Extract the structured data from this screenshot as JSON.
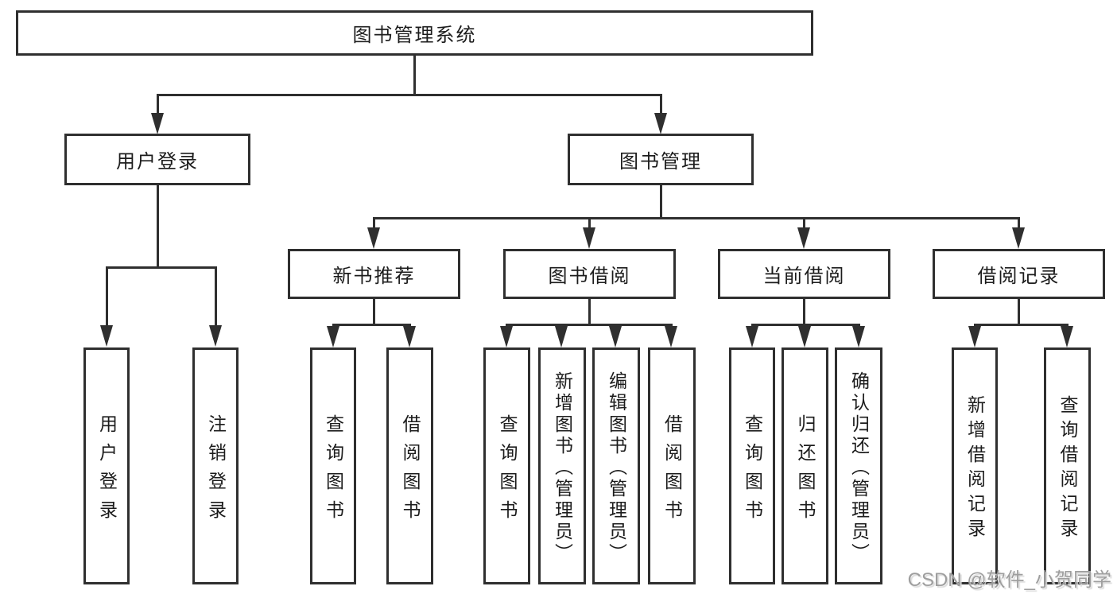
{
  "tree": {
    "root": {
      "label": "图书管理系统"
    },
    "children": [
      {
        "label": "用户登录",
        "children": [
          {
            "label": "用户登录"
          },
          {
            "label": "注销登录"
          }
        ]
      },
      {
        "label": "图书管理",
        "children": [
          {
            "label": "新书推荐",
            "children": [
              {
                "label": "查询图书"
              },
              {
                "label": "借阅图书"
              }
            ]
          },
          {
            "label": "图书借阅",
            "children": [
              {
                "label": "查询图书"
              },
              {
                "label": "新增图书（管理员）"
              },
              {
                "label": "编辑图书（管理员）"
              },
              {
                "label": "借阅图书"
              }
            ]
          },
          {
            "label": "当前借阅",
            "children": [
              {
                "label": "查询图书"
              },
              {
                "label": "归还图书"
              },
              {
                "label": "确认归还（管理员）"
              }
            ]
          },
          {
            "label": "借阅记录",
            "children": [
              {
                "label": "新增借阅记录"
              },
              {
                "label": "查询借阅记录"
              }
            ]
          }
        ]
      }
    ]
  },
  "watermark": {
    "text": "CSDN @软件_小贺同学"
  },
  "colors": {
    "line": "#2f2f2f",
    "box_border": "#2f2f2f",
    "box_background": "#ffffff",
    "text": "#1c1c1c",
    "watermark": "#9e9e9e",
    "page_background": "#ffffff"
  }
}
